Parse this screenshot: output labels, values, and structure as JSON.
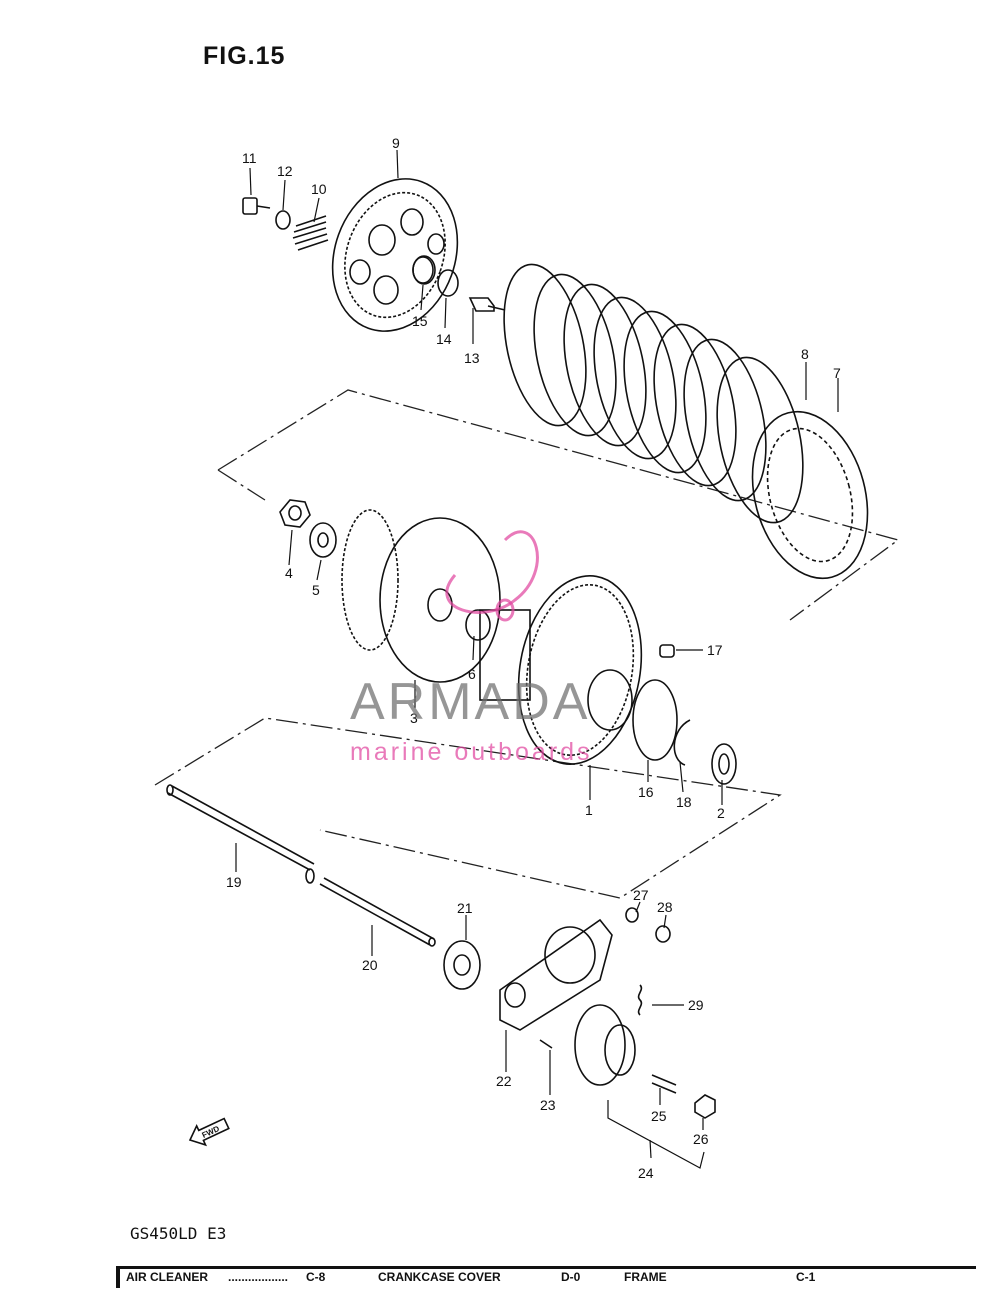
{
  "figure": {
    "title": "FIG.15",
    "model": "GS450LD  E3"
  },
  "parts": [
    "1",
    "2",
    "3",
    "4",
    "5",
    "6",
    "7",
    "8",
    "9",
    "10",
    "11",
    "12",
    "13",
    "14",
    "15",
    "16",
    "17",
    "18",
    "19",
    "20",
    "21",
    "22",
    "23",
    "24",
    "25",
    "26",
    "27",
    "28",
    "29"
  ],
  "fwd_arrow": {
    "label": "FWD"
  },
  "watermark": {
    "brand": "ARMADA",
    "tagline": "marine outboards",
    "accent_color": "#e046a0"
  },
  "footer": {
    "items": [
      "AIR CLEANER",
      "C-8",
      "CRANKCASE COVER",
      "D-0",
      "FRAME",
      "C-1"
    ]
  }
}
